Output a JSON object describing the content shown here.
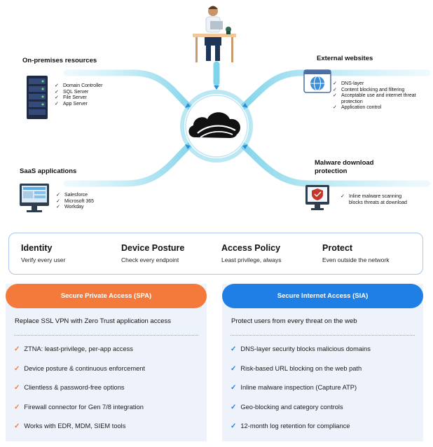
{
  "diagram": {
    "onprem": {
      "title": "On-premises resources",
      "items": [
        "Domain Controller",
        "SQL Server",
        "File Server",
        "App Server"
      ],
      "icon": "server-rack-icon"
    },
    "external": {
      "title": "External websites",
      "items": [
        "DNS-layer",
        "Content blocking and filtering",
        "Acceptable use and internet threat protection",
        "Application control"
      ],
      "icon": "globe-browser-icon"
    },
    "saas": {
      "title": "SaaS applications",
      "items": [
        "Salesforce",
        "Microsoft 365",
        "Workday"
      ],
      "icon": "dashboard-monitor-icon"
    },
    "malware": {
      "title": "Malware download protection",
      "items": [
        "Inline malware scanning blocks threats at download"
      ],
      "icon": "shield-monitor-icon"
    },
    "center_icon": "cloud-logo-icon",
    "user_icon": "person-laptop-icon",
    "colors": {
      "flow": "#7fd3ea",
      "flow_light": "#c4ecf7",
      "cloud": "#111111"
    }
  },
  "pillars": [
    {
      "title": "Identity",
      "subtitle": "Verify every user"
    },
    {
      "title": "Device Posture",
      "subtitle": "Check every endpoint"
    },
    {
      "title": "Access Policy",
      "subtitle": "Least privilege, always"
    },
    {
      "title": "Protect",
      "subtitle": "Even outside the network"
    }
  ],
  "spa": {
    "header": "Secure Private Access (SPA)",
    "intro": "Replace SSL VPN with Zero Trust application access",
    "items": [
      "ZTNA: least-privilege, per-app access",
      "Device posture & continuous enforcement",
      "Clientless & password-free options",
      "Firewall connector for Gen 7/8 integration",
      "Works with EDR, MDM, SIEM tools"
    ],
    "accent": "#f47a3b"
  },
  "sia": {
    "header": "Secure Internet Access (SIA)",
    "intro": "Protect users from every threat on the web",
    "items": [
      "DNS-layer security blocks malicious domains",
      "Risk-based URL blocking on the web path",
      "Inline malware inspection (Capture ATP)",
      "Geo-blocking and category controls",
      "12-month log retention for compliance"
    ],
    "accent": "#1f7fe5"
  },
  "check_glyph": "✓"
}
